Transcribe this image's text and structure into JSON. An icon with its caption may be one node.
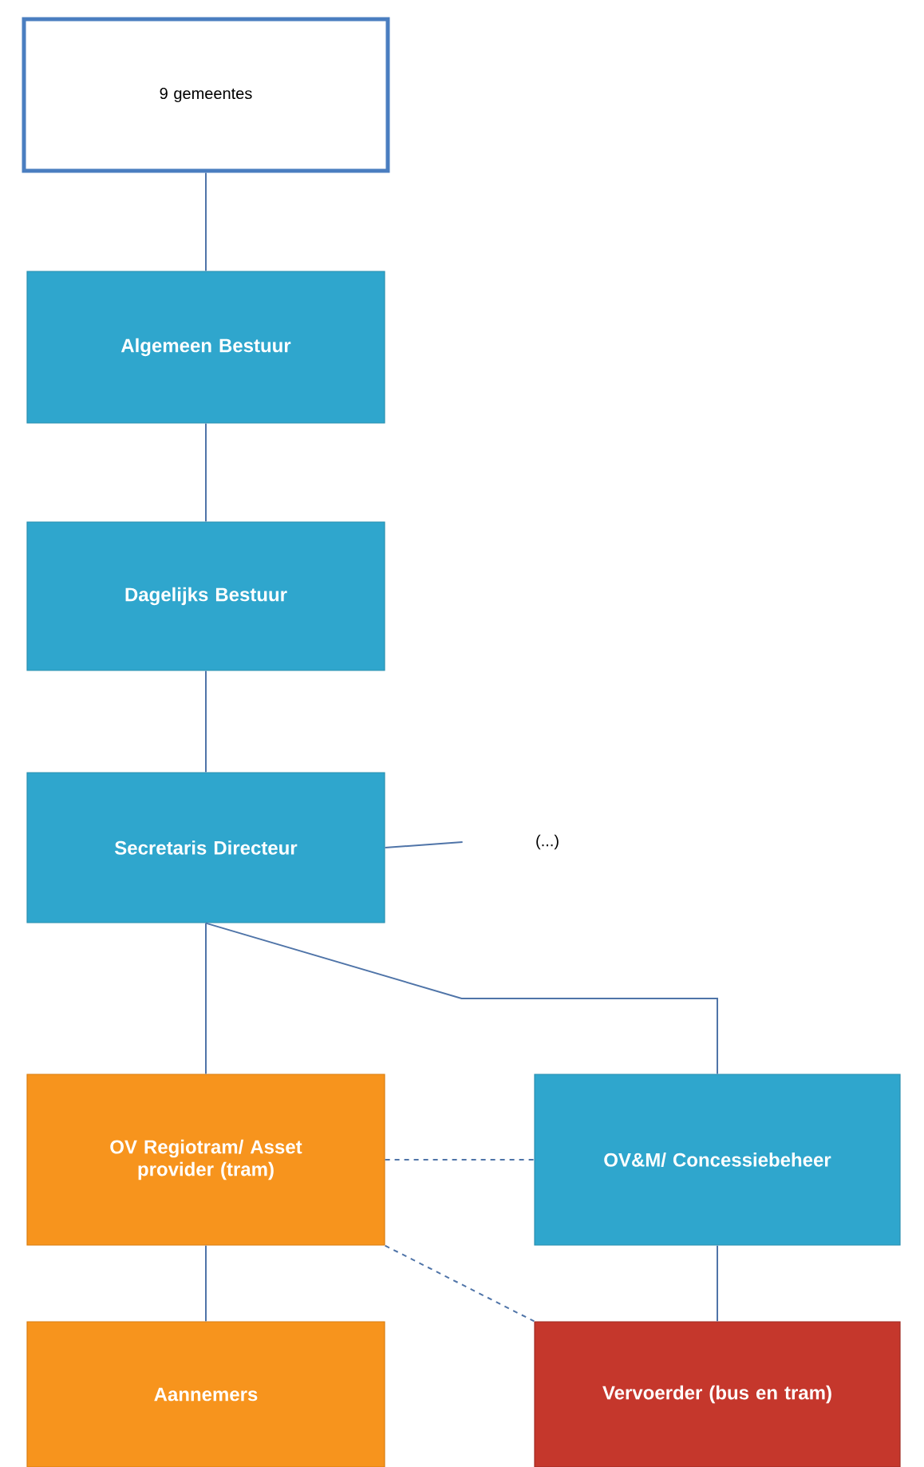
{
  "diagram": {
    "nodes": [
      {
        "text": [
          "9 gemeentes"
        ]
      },
      {
        "text": [
          "Algemeen Bestuur"
        ]
      },
      {
        "text": [
          "Dagelijks Bestuur"
        ]
      },
      {
        "text": [
          "Secretaris Directeur"
        ]
      },
      {
        "text": [
          "(...)"
        ]
      },
      {
        "text": [
          "OV Regiotram/ Asset provider (tram)"
        ]
      },
      {
        "text": [
          "OV&M/ Concessiebeheer"
        ]
      },
      {
        "text": [
          "Aannemers"
        ]
      },
      {
        "text": [
          "Vervoerder (bus en tram)"
        ]
      }
    ],
    "edges": [
      {
        "from": 0,
        "to": 1,
        "arrow": "none"
      },
      {
        "from": 1,
        "to": 2,
        "arrow": "none"
      },
      {
        "from": 2,
        "to": 3,
        "arrow": "none"
      },
      {
        "from": 3,
        "to": 4,
        "arrow": "none"
      },
      {
        "from": 3,
        "to": 5,
        "arrow": "none"
      },
      {
        "from": 3,
        "to": 6,
        "arrow": "none"
      },
      {
        "from": 5,
        "to": 6,
        "arrow": "none",
        "style": "dashed"
      },
      {
        "from": 5,
        "to": 8,
        "arrow": "none",
        "style": "dashed"
      },
      {
        "from": 5,
        "to": 7,
        "arrow": "none"
      },
      {
        "from": 6,
        "to": 8,
        "arrow": "none"
      }
    ]
  }
}
